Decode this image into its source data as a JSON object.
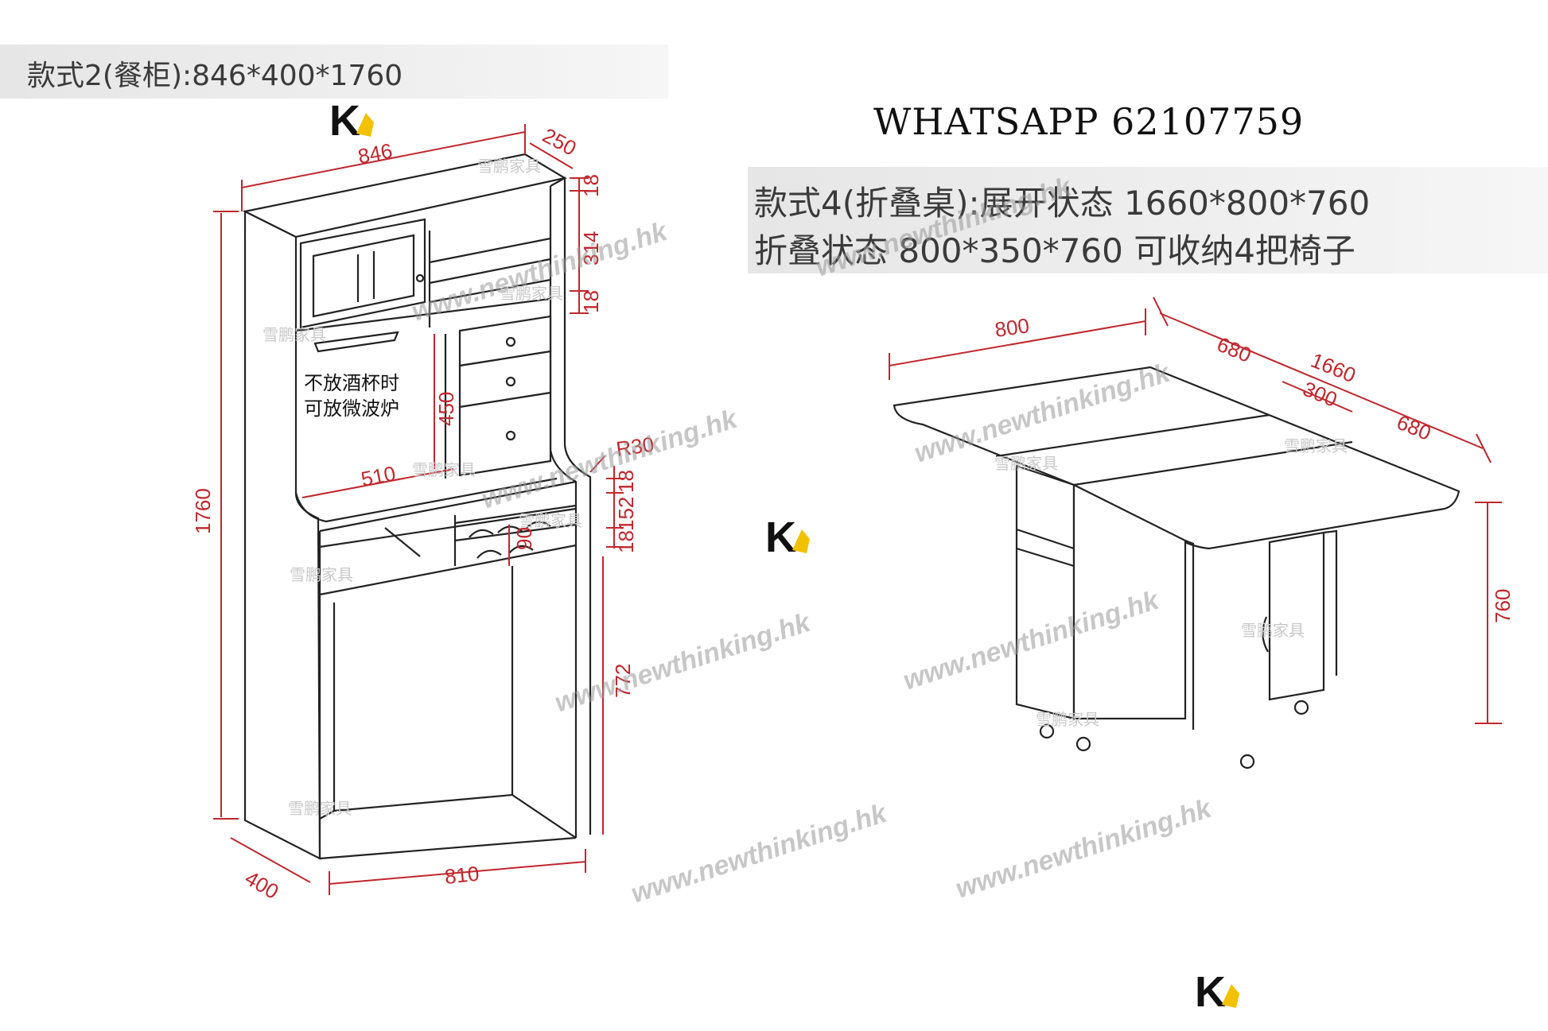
{
  "header_left": "款式2(餐柜):846*400*1760",
  "whatsapp": "WHATSAPP 62107759",
  "header_right_line1": "款式4(折叠桌):展开状态 1660*800*760",
  "header_right_line2": "折叠状态 800*350*760  可收纳4把椅子",
  "cabinet": {
    "dims": {
      "width_top": "846",
      "depth_top": "250",
      "height": "1760",
      "top_18": "18",
      "h_314": "314",
      "mid_18": "18",
      "h_450": "450",
      "w_510": "510",
      "r30": "R30",
      "lower_18a": "18",
      "h_152": "152",
      "lower_18b": "18",
      "h_90": "90",
      "h_772": "772",
      "width_bottom": "810",
      "depth_bottom": "400"
    },
    "note_line1": "不放酒杯时",
    "note_line2": "可放微波炉"
  },
  "table": {
    "dims": {
      "w_800": "800",
      "l_680a": "680",
      "l_1660": "1660",
      "l_300": "300",
      "l_680b": "680",
      "h_760": "760"
    }
  },
  "watermark_text": "www.newthinking.hk",
  "watermark_cn": "雪鹏家具",
  "logo_letter": "K",
  "colors": {
    "dimension": "#c0272d",
    "logo_yellow": "#f2c100",
    "line": "#222222"
  }
}
